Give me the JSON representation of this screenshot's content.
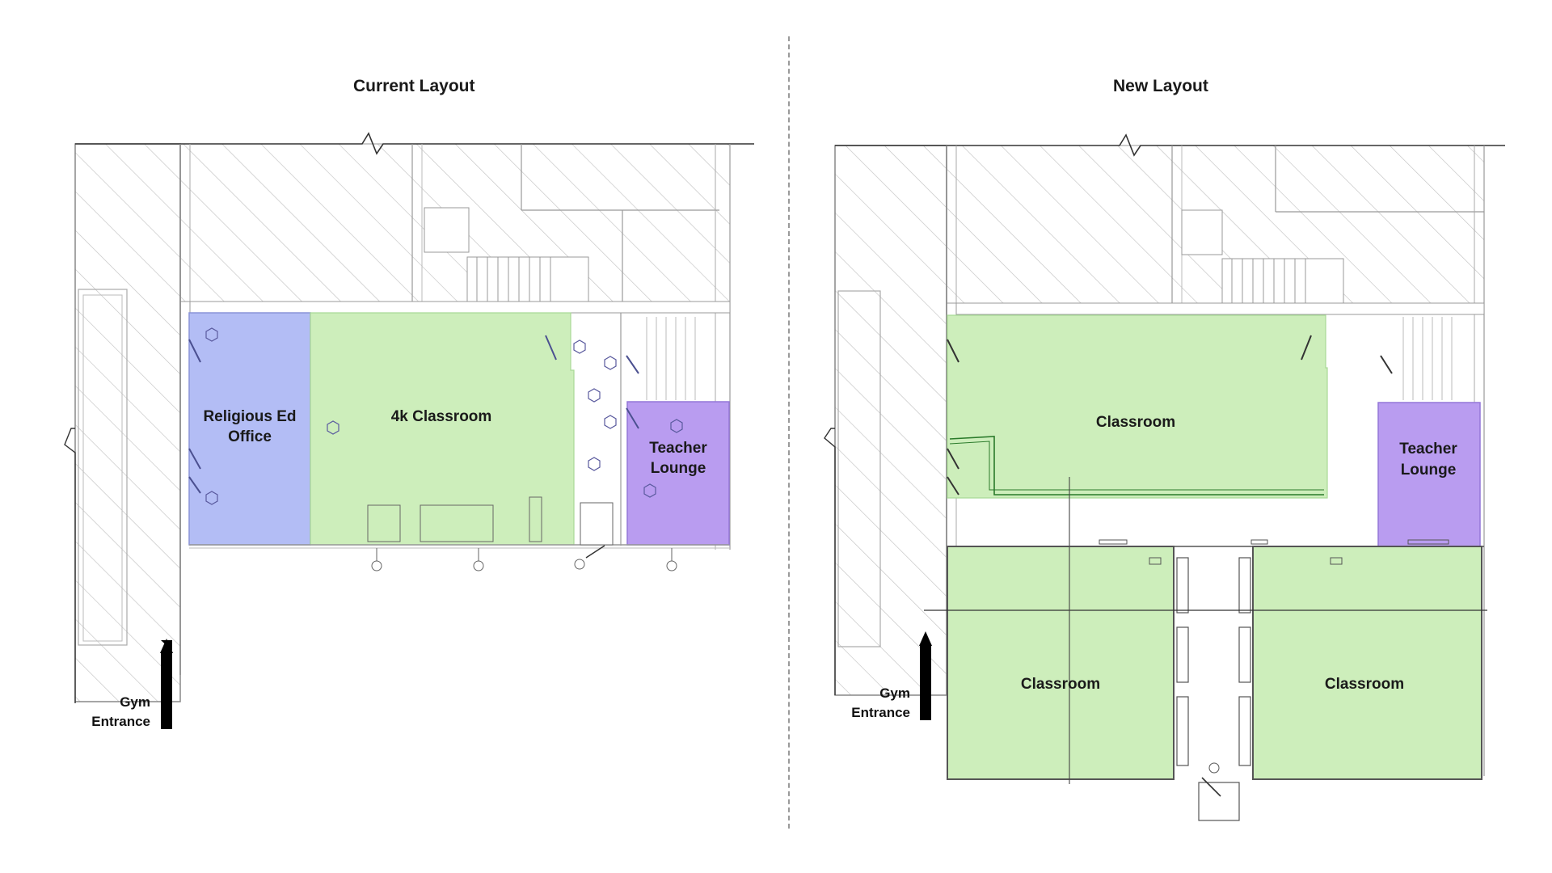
{
  "panels": {
    "current": {
      "title": "Current Layout",
      "rooms": {
        "religious_ed_line1": "Religious Ed",
        "religious_ed_line2": "Office",
        "classroom_4k": "4k Classroom",
        "teacher_lounge_line1": "Teacher",
        "teacher_lounge_line2": "Lounge"
      },
      "gym_entrance_line1": "Gym",
      "gym_entrance_line2": "Entrance"
    },
    "new": {
      "title": "New Layout",
      "rooms": {
        "classroom_top": "Classroom",
        "classroom_bottom_left": "Classroom",
        "classroom_bottom_right": "Classroom",
        "teacher_lounge_line1": "Teacher",
        "teacher_lounge_line2": "Lounge"
      },
      "gym_entrance_line1": "Gym",
      "gym_entrance_line2": "Entrance"
    }
  },
  "colors": {
    "office_blue": "#b3bdf5",
    "classroom_green": "#cdeebb",
    "lounge_purple": "#b99cf0",
    "wall_line": "#7a7a7a",
    "hatch": "#bdbdbd"
  }
}
